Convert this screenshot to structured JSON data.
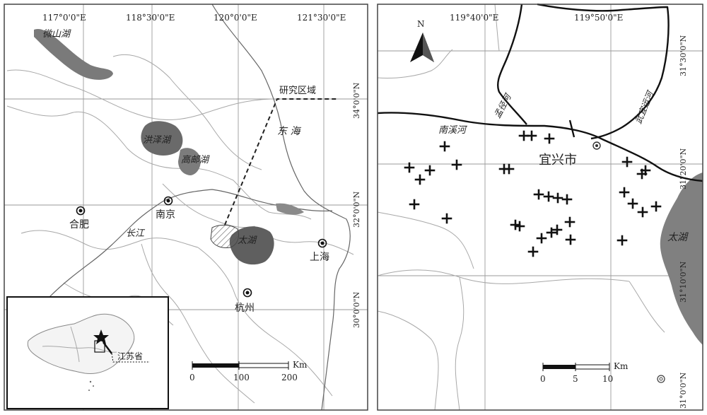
{
  "left_map": {
    "coords_top": [
      "117°0'0\"E",
      "118°30'0\"E",
      "120°0'0\"E",
      "121°30'0\"E"
    ],
    "coords_right": [
      "34°0'0\"N",
      "32°0'0\"N",
      "30°0'0\"N"
    ],
    "lakes": {
      "weishan": "微山湖",
      "hongze": "洪泽湖",
      "gaoyou": "高邮湖",
      "taihu": "太湖"
    },
    "sea": "东 海",
    "river": "长江",
    "study_area_label": "研究区域",
    "cities": {
      "hefei": "合肥",
      "nanjing": "南京",
      "shanghai": "上海",
      "hangzhou": "杭州"
    },
    "inset_label": "江苏省",
    "scale": {
      "ticks": [
        "0",
        "100",
        "200"
      ],
      "unit": "Km"
    }
  },
  "right_map": {
    "north_label": "N",
    "coords_top": [
      "119°40'0\"E",
      "119°50'0\"E"
    ],
    "coords_right": [
      "31°30'0\"N",
      "31°20'0\"N",
      "31°10'0\"N",
      "31°0'0\"N"
    ],
    "rivers": {
      "nanxi": "南溪河",
      "menggu": "孟径河",
      "wuyi": "武宜运河"
    },
    "city": "宜兴市",
    "lake": "太湖",
    "scale": {
      "ticks": [
        "0",
        "5",
        "10"
      ],
      "unit": "Km"
    },
    "sample_points": [
      [
        741,
        192
      ],
      [
        752,
        192
      ],
      [
        777,
        196
      ],
      [
        629,
        207
      ],
      [
        579,
        237
      ],
      [
        608,
        241
      ],
      [
        594,
        254
      ],
      [
        646,
        233
      ],
      [
        713,
        239
      ],
      [
        720,
        239
      ],
      [
        887,
        229
      ],
      [
        913,
        241
      ],
      [
        908,
        246
      ],
      [
        762,
        275
      ],
      [
        776,
        278
      ],
      [
        789,
        280
      ],
      [
        802,
        282
      ],
      [
        883,
        272
      ],
      [
        895,
        288
      ],
      [
        909,
        300
      ],
      [
        928,
        292
      ],
      [
        586,
        289
      ],
      [
        632,
        309
      ],
      [
        729,
        318
      ],
      [
        735,
        320
      ],
      [
        780,
        329
      ],
      [
        788,
        325
      ],
      [
        806,
        314
      ],
      [
        766,
        337
      ],
      [
        807,
        339
      ],
      [
        880,
        340
      ],
      [
        754,
        356
      ]
    ]
  }
}
